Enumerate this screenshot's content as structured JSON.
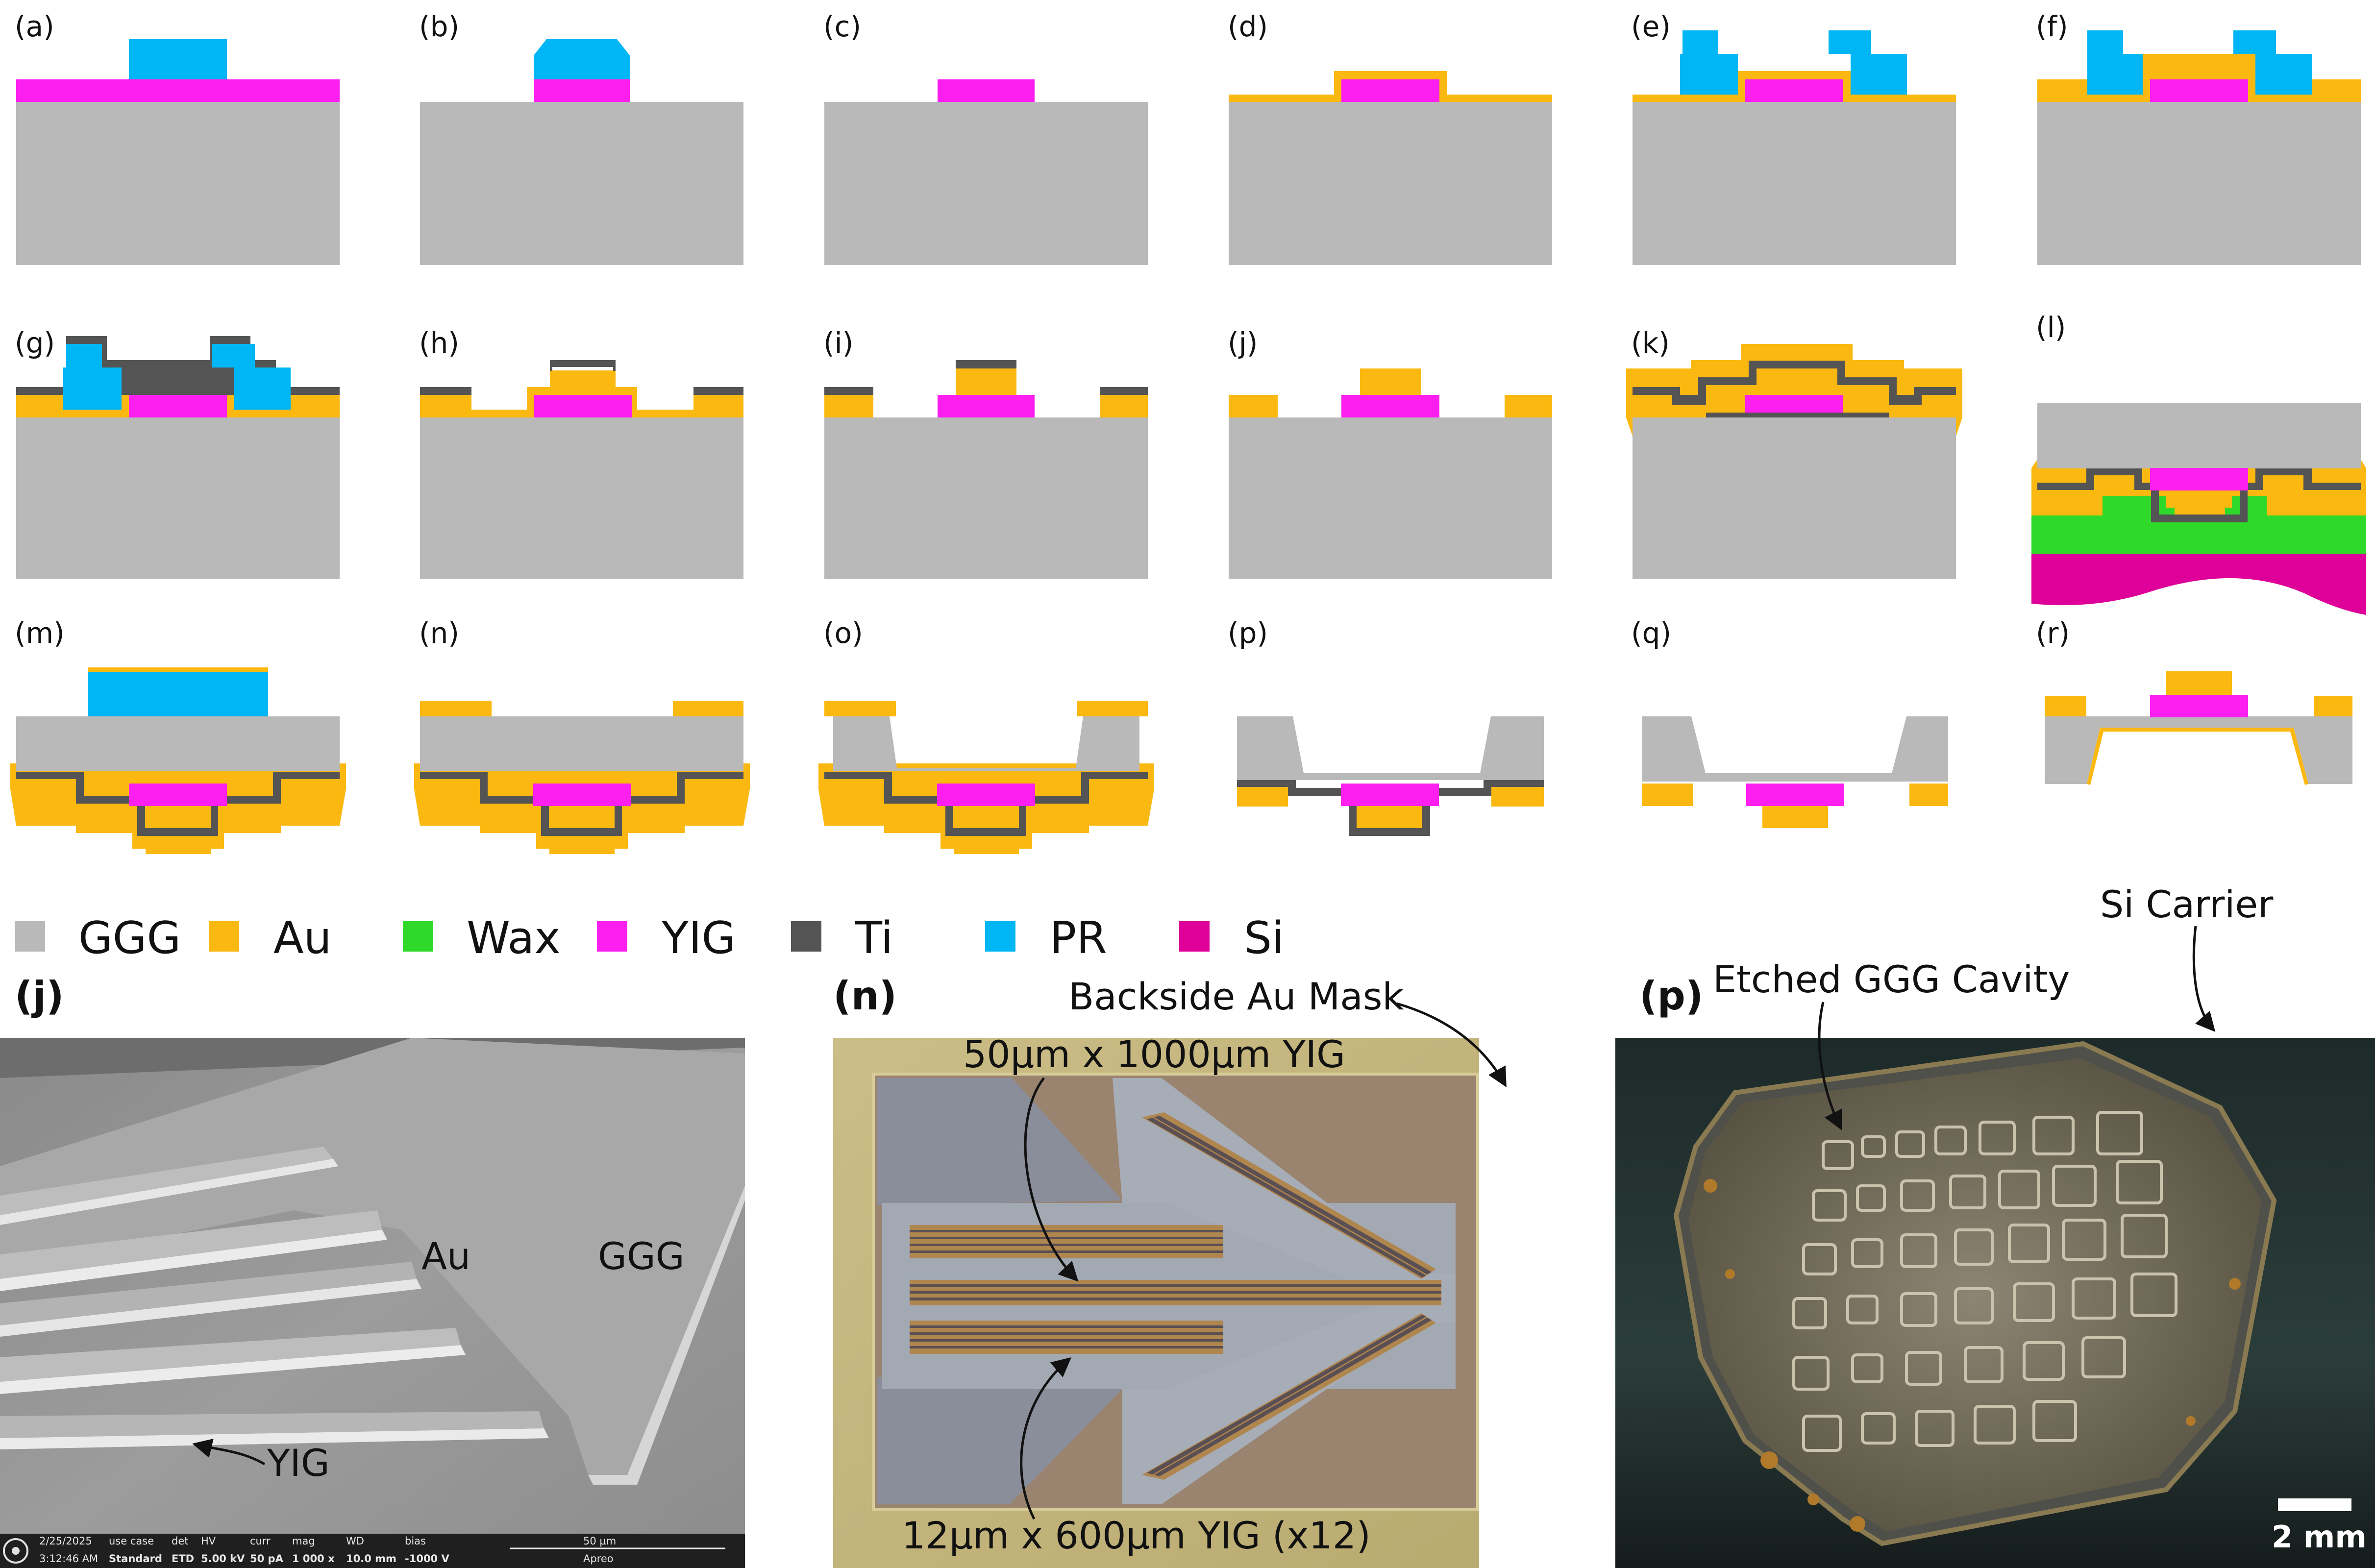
{
  "colors": {
    "GGG": "#b9b9b9",
    "Au": "#fbb810",
    "Wax": "#2fd92a",
    "YIG": "#fd1ff0",
    "Ti": "#545454",
    "PR": "#00b6f5",
    "Si": "#de0098"
  },
  "process_panels": [
    "(a)",
    "(b)",
    "(c)",
    "(d)",
    "(e)",
    "(f)",
    "(g)",
    "(h)",
    "(i)",
    "(j)",
    "(k)",
    "(l)",
    "(m)",
    "(n)",
    "(o)",
    "(p)",
    "(q)",
    "(r)"
  ],
  "legend": [
    {
      "label": "GGG",
      "color": "#b9b9b9"
    },
    {
      "label": "Au",
      "color": "#fbb810"
    },
    {
      "label": "Wax",
      "color": "#2fd92a"
    },
    {
      "label": "YIG",
      "color": "#fd1ff0"
    },
    {
      "label": "Ti",
      "color": "#545454"
    },
    {
      "label": "PR",
      "color": "#00b6f5"
    },
    {
      "label": "Si",
      "color": "#de0098"
    }
  ],
  "sem_panel": {
    "label": "(j)",
    "text_au": "Au",
    "text_ggg": "GGG",
    "text_yig": "YIG",
    "info_row1": [
      "2/25/2025",
      "use case",
      "det",
      "HV",
      "curr",
      "mag",
      "WD",
      "bias",
      "50 µm"
    ],
    "info_row2": [
      "3:12:46 AM",
      "Standard",
      "ETD",
      "5.00 kV",
      "50 pA",
      "1 000 x",
      "10.0 mm",
      "-1000 V",
      "Apreo"
    ]
  },
  "optical_panel": {
    "label": "(n)",
    "annot_mask": "Backside Au Mask",
    "annot_long": "50µm x 1000µm YIG",
    "annot_short": "12µm x 600µm YIG (x12)"
  },
  "photo_panel": {
    "label": "(p)",
    "annot_cavity": "Etched GGG Cavity",
    "annot_carrier": "Si Carrier",
    "scale_label": "2 mm"
  }
}
